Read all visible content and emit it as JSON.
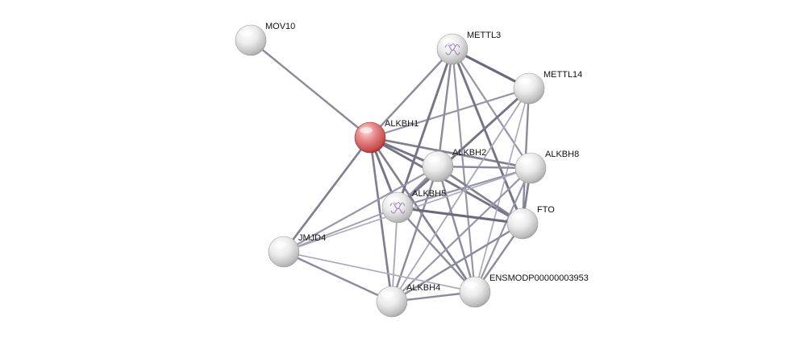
{
  "network": {
    "nodes": [
      {
        "id": "MOV10",
        "label": "MOV10",
        "type": "plain"
      },
      {
        "id": "METTL3",
        "label": "METTL3",
        "type": "structure"
      },
      {
        "id": "METTL14",
        "label": "METTL14",
        "type": "plain"
      },
      {
        "id": "ALKBH1",
        "label": "ALKBH1",
        "type": "query"
      },
      {
        "id": "ALKBH2",
        "label": "ALKBH2",
        "type": "plain"
      },
      {
        "id": "ALKBH8",
        "label": "ALKBH8",
        "type": "plain"
      },
      {
        "id": "ALKBH5",
        "label": "ALKBH5",
        "type": "structure"
      },
      {
        "id": "FTO",
        "label": "FTO",
        "type": "plain"
      },
      {
        "id": "JMJD4",
        "label": "JMJD4",
        "type": "plain"
      },
      {
        "id": "ENSMODP00000003953",
        "label": "ENSMODP00000003953",
        "type": "plain"
      },
      {
        "id": "ALKBH4",
        "label": "ALKBH4",
        "type": "plain"
      }
    ],
    "edges": [
      {
        "source": "MOV10",
        "target": "ALKBH1",
        "strength": 0.6
      },
      {
        "source": "ALKBH1",
        "target": "METTL3",
        "strength": 0.6
      },
      {
        "source": "ALKBH1",
        "target": "METTL14",
        "strength": 0.5
      },
      {
        "source": "ALKBH1",
        "target": "ALKBH2",
        "strength": 0.8
      },
      {
        "source": "ALKBH1",
        "target": "ALKBH8",
        "strength": 0.7
      },
      {
        "source": "ALKBH1",
        "target": "ALKBH5",
        "strength": 0.8
      },
      {
        "source": "ALKBH1",
        "target": "FTO",
        "strength": 0.8
      },
      {
        "source": "ALKBH1",
        "target": "JMJD4",
        "strength": 0.7
      },
      {
        "source": "ALKBH1",
        "target": "ALKBH4",
        "strength": 0.7
      },
      {
        "source": "ALKBH1",
        "target": "ENSMODP00000003953",
        "strength": 0.7
      },
      {
        "source": "METTL3",
        "target": "METTL14",
        "strength": 0.9
      },
      {
        "source": "METTL3",
        "target": "ALKBH8",
        "strength": 0.5
      },
      {
        "source": "METTL3",
        "target": "ALKBH5",
        "strength": 0.8
      },
      {
        "source": "METTL3",
        "target": "ALKBH2",
        "strength": 0.6
      },
      {
        "source": "METTL3",
        "target": "FTO",
        "strength": 0.8
      },
      {
        "source": "METTL3",
        "target": "ENSMODP00000003953",
        "strength": 0.5
      },
      {
        "source": "METTL14",
        "target": "ALKBH5",
        "strength": 0.8
      },
      {
        "source": "METTL14",
        "target": "FTO",
        "strength": 0.6
      },
      {
        "source": "METTL14",
        "target": "ALKBH4",
        "strength": 0.35
      },
      {
        "source": "METTL14",
        "target": "ENSMODP00000003953",
        "strength": 0.3
      },
      {
        "source": "ALKBH2",
        "target": "ALKBH8",
        "strength": 0.6
      },
      {
        "source": "ALKBH2",
        "target": "FTO",
        "strength": 0.7
      },
      {
        "source": "ALKBH2",
        "target": "ALKBH5",
        "strength": 0.6
      },
      {
        "source": "ALKBH2",
        "target": "JMJD4",
        "strength": 0.5
      },
      {
        "source": "ALKBH2",
        "target": "ALKBH4",
        "strength": 0.6
      },
      {
        "source": "ALKBH2",
        "target": "ENSMODP00000003953",
        "strength": 0.6
      },
      {
        "source": "ALKBH8",
        "target": "FTO",
        "strength": 0.7
      },
      {
        "source": "ALKBH8",
        "target": "ALKBH5",
        "strength": 0.5
      },
      {
        "source": "ALKBH8",
        "target": "ENSMODP00000003953",
        "strength": 0.5
      },
      {
        "source": "ALKBH8",
        "target": "ALKBH4",
        "strength": 0.5
      },
      {
        "source": "ALKBH8",
        "target": "JMJD4",
        "strength": 0.3
      },
      {
        "source": "ALKBH5",
        "target": "FTO",
        "strength": 0.9
      },
      {
        "source": "ALKBH5",
        "target": "JMJD4",
        "strength": 0.4
      },
      {
        "source": "ALKBH5",
        "target": "ALKBH4",
        "strength": 0.35
      },
      {
        "source": "ALKBH5",
        "target": "ENSMODP00000003953",
        "strength": 0.6
      },
      {
        "source": "FTO",
        "target": "ALKBH4",
        "strength": 0.6
      },
      {
        "source": "FTO",
        "target": "ENSMODP00000003953",
        "strength": 0.6
      },
      {
        "source": "JMJD4",
        "target": "ALKBH4",
        "strength": 0.6
      },
      {
        "source": "JMJD4",
        "target": "ENSMODP00000003953",
        "strength": 0.3
      },
      {
        "source": "ALKBH4",
        "target": "ENSMODP00000003953",
        "strength": 0.6
      }
    ]
  }
}
